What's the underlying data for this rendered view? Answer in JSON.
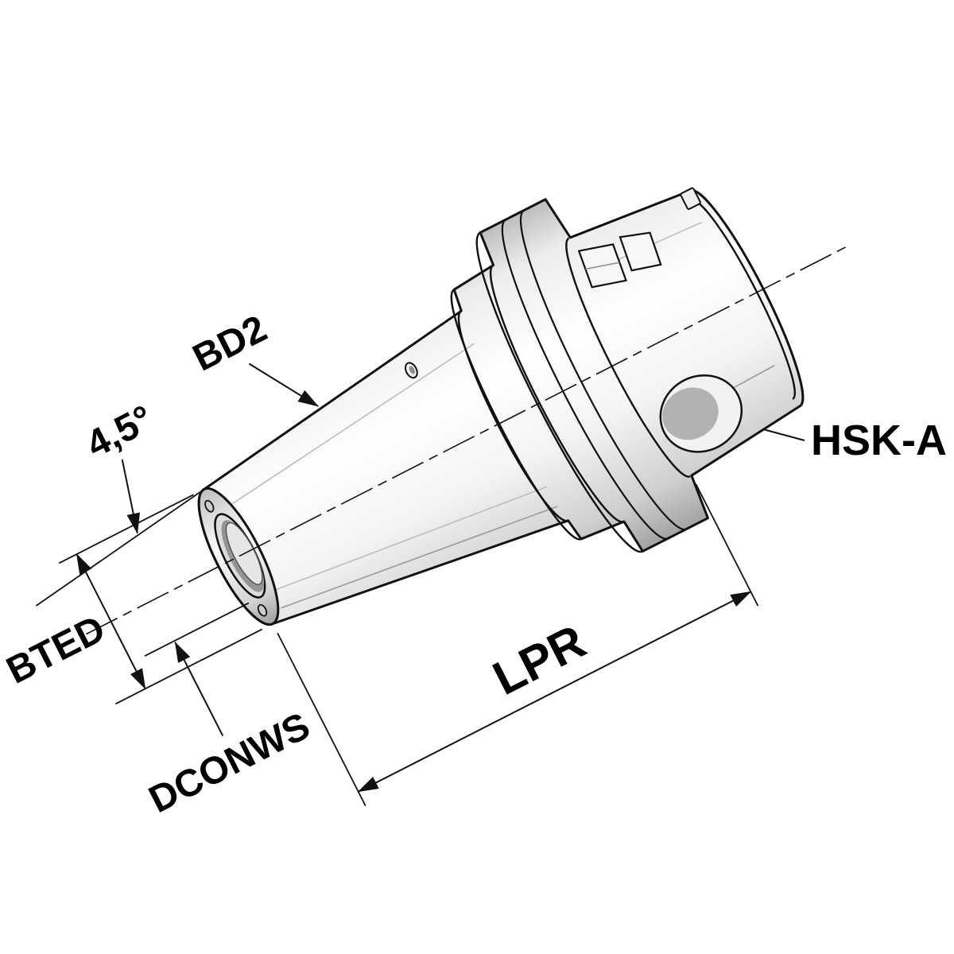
{
  "figure": {
    "type": "technical-drawing",
    "labels": {
      "taper_angle": "4,5°",
      "body_diameter": "BD2",
      "interface": "HSK-A",
      "front_diameter": "BTED",
      "clamping_diameter": "DCONWS",
      "projection_length": "LPR"
    },
    "colors": {
      "background": "#ffffff",
      "line": "#111111",
      "metal_light": "#ffffff",
      "metal_mid": "#ededed",
      "metal_dark": "#9b9b9b"
    }
  }
}
